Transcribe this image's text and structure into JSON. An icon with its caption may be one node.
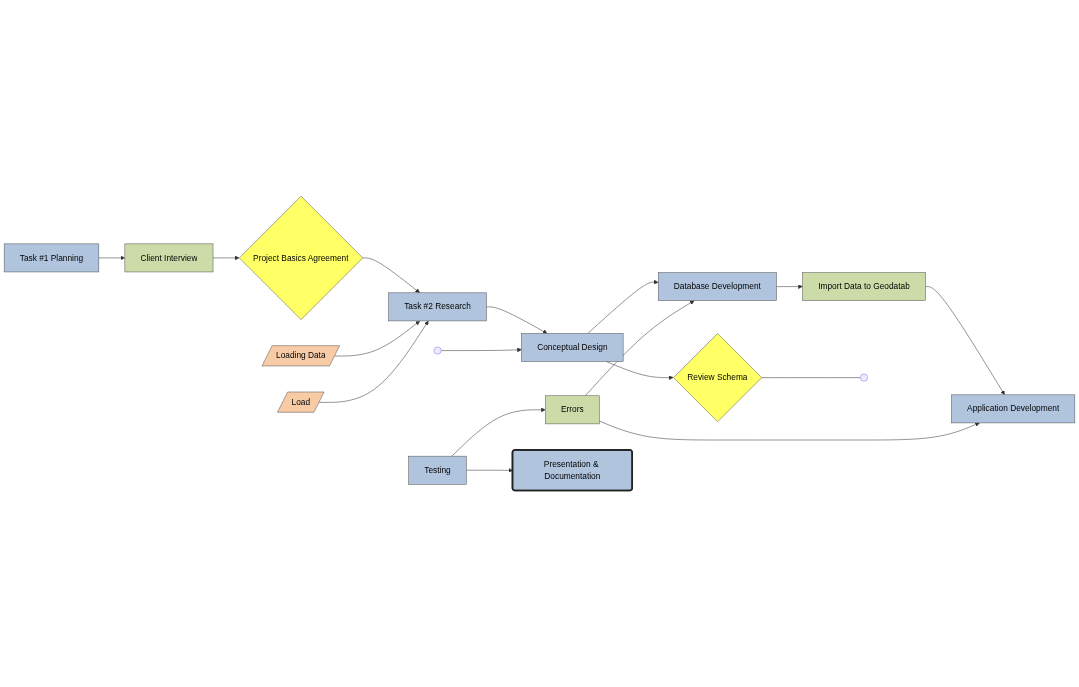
{
  "diagram": {
    "nodes": [
      {
        "text": [
          "Task #1 Planning"
        ]
      },
      {
        "text": [
          "Client Interview"
        ]
      },
      {
        "text": [
          "Project Basics Agreement"
        ]
      },
      {
        "text": [
          "Task #2 Research"
        ]
      },
      {
        "text": [
          "Conceptual Design"
        ]
      },
      {
        "text": [
          "Review Schema"
        ]
      },
      {
        "text": [
          "Loading Data"
        ]
      },
      {
        "text": [
          "Load"
        ]
      },
      {
        "text": [
          "Errors"
        ]
      },
      {
        "text": [
          "Database Development"
        ]
      },
      {
        "text": [
          "Presentation & Documentation"
        ]
      },
      {
        "text": [
          "Testing"
        ]
      },
      {
        "text": [
          "Application Development"
        ]
      },
      {
        "text": [
          "Import Data to Geodatab"
        ]
      }
    ],
    "edges": [
      {
        "from": 0,
        "to": 1,
        "arrow": "to"
      },
      {
        "from": 1,
        "to": 2,
        "arrow": "to"
      },
      {
        "from": 2,
        "to": 3,
        "arrow": "to"
      },
      {
        "from": 3,
        "to": 4,
        "arrow": "to"
      },
      {
        "from": 4,
        "to": 5,
        "arrow": "to"
      },
      {
        "from": 5,
        "to": null,
        "arrow": "none"
      },
      {
        "from": null,
        "to": 4,
        "arrow": "to"
      },
      {
        "from": 6,
        "to": 3,
        "arrow": "to"
      },
      {
        "from": 7,
        "to": 3,
        "arrow": "to"
      },
      {
        "from": 4,
        "to": 9,
        "arrow": "to"
      },
      {
        "from": 9,
        "to": 13,
        "arrow": "to"
      },
      {
        "from": 13,
        "to": 12,
        "arrow": "to"
      },
      {
        "from": 11,
        "to": 10,
        "arrow": "to"
      },
      {
        "from": 11,
        "to": 8,
        "arrow": "to"
      },
      {
        "from": 8,
        "to": 9,
        "arrow": "to"
      },
      {
        "from": 8,
        "to": 12,
        "arrow": "to"
      }
    ]
  }
}
